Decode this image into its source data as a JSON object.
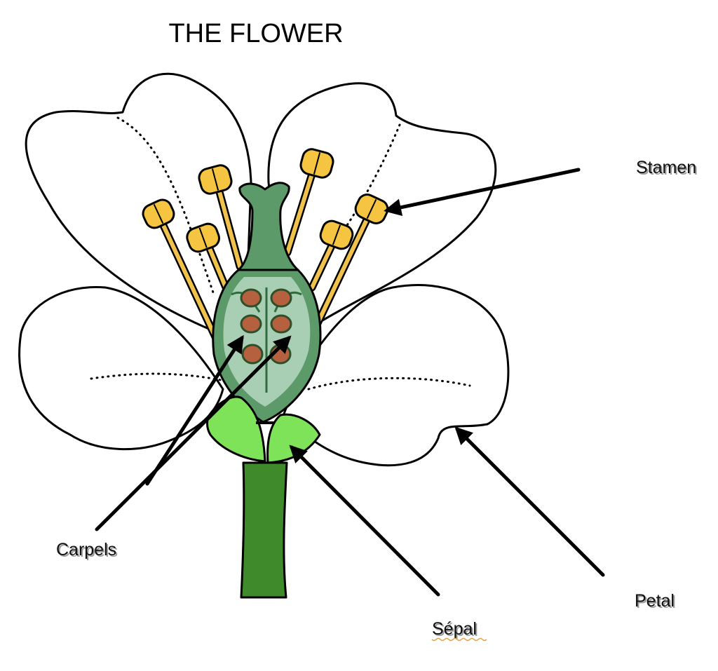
{
  "title": "THE FLOWER",
  "labels": {
    "stamen": "Stamen",
    "carpels": "Carpels",
    "sepal": "Sépal",
    "petal": "Petal"
  },
  "colors": {
    "petal": "#ffffff",
    "anther": "#f5c542",
    "filament": "#f0c24c",
    "pistil": "#5c9a6a",
    "ovary": "#a8cfb4",
    "ovule": "#b5603f",
    "sepal": "#7fe35a",
    "stem": "#3f8a2b"
  }
}
